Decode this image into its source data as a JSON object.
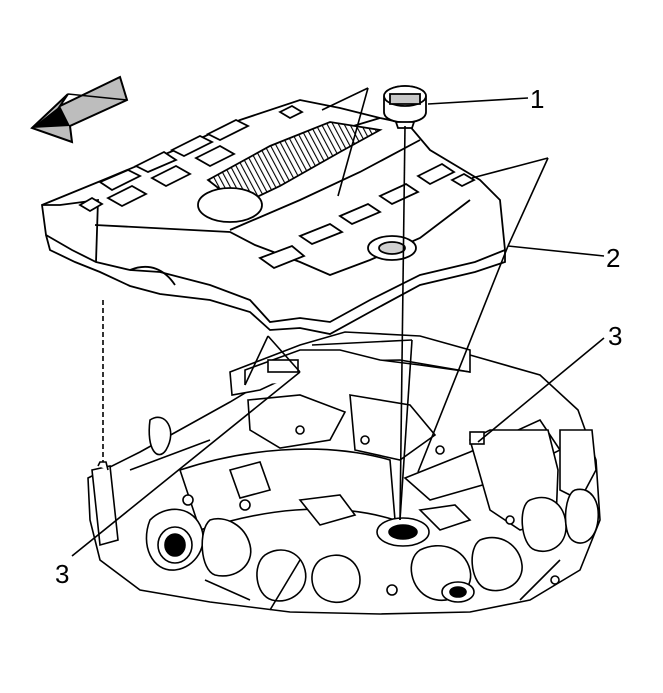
{
  "callouts": {
    "oil_fill_cap": "1",
    "engine_cover": "2",
    "grommet_right": "3",
    "grommet_left": "3"
  },
  "colors": {
    "line": "#000000",
    "background": "#ffffff",
    "shade": "#c8c8c8"
  }
}
